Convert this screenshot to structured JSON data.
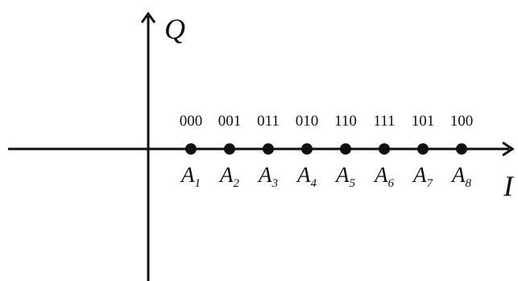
{
  "axes": {
    "vertical_label": "Q",
    "horizontal_label": "I"
  },
  "points": [
    {
      "bits": "000",
      "name": "A",
      "sub": "1"
    },
    {
      "bits": "001",
      "name": "A",
      "sub": "2"
    },
    {
      "bits": "011",
      "name": "A",
      "sub": "3"
    },
    {
      "bits": "010",
      "name": "A",
      "sub": "4"
    },
    {
      "bits": "110",
      "name": "A",
      "sub": "5"
    },
    {
      "bits": "111",
      "name": "A",
      "sub": "6"
    },
    {
      "bits": "101",
      "name": "A",
      "sub": "7"
    },
    {
      "bits": "100",
      "name": "A",
      "sub": "8"
    }
  ]
}
